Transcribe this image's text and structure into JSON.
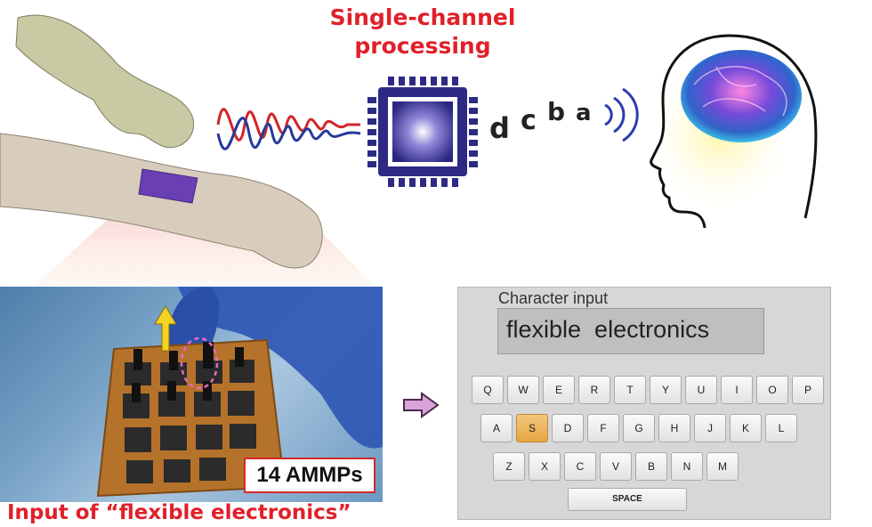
{
  "top": {
    "title_lines": [
      "Single-channel",
      "processing"
    ],
    "letters": [
      "d",
      "c",
      "b",
      "a"
    ]
  },
  "photo": {
    "ammp_label": "14 AMMPs",
    "caption": "Input of “flexible electronics”"
  },
  "keyboard": {
    "input_label": "Character input",
    "input_value": "flexible  electronics",
    "rows": [
      [
        "Q",
        "W",
        "E",
        "R",
        "T",
        "Y",
        "U",
        "I",
        "O",
        "P"
      ],
      [
        "A",
        "S",
        "D",
        "F",
        "G",
        "H",
        "J",
        "K",
        "L"
      ],
      [
        "Z",
        "X",
        "C",
        "V",
        "B",
        "N",
        "M"
      ]
    ],
    "active_key": "S",
    "space_label": "SPACE"
  },
  "colors": {
    "title": "#e0202a",
    "chip": "#2d2a86",
    "key_active": "#e8a84a",
    "arrow": "#c98bc9"
  }
}
